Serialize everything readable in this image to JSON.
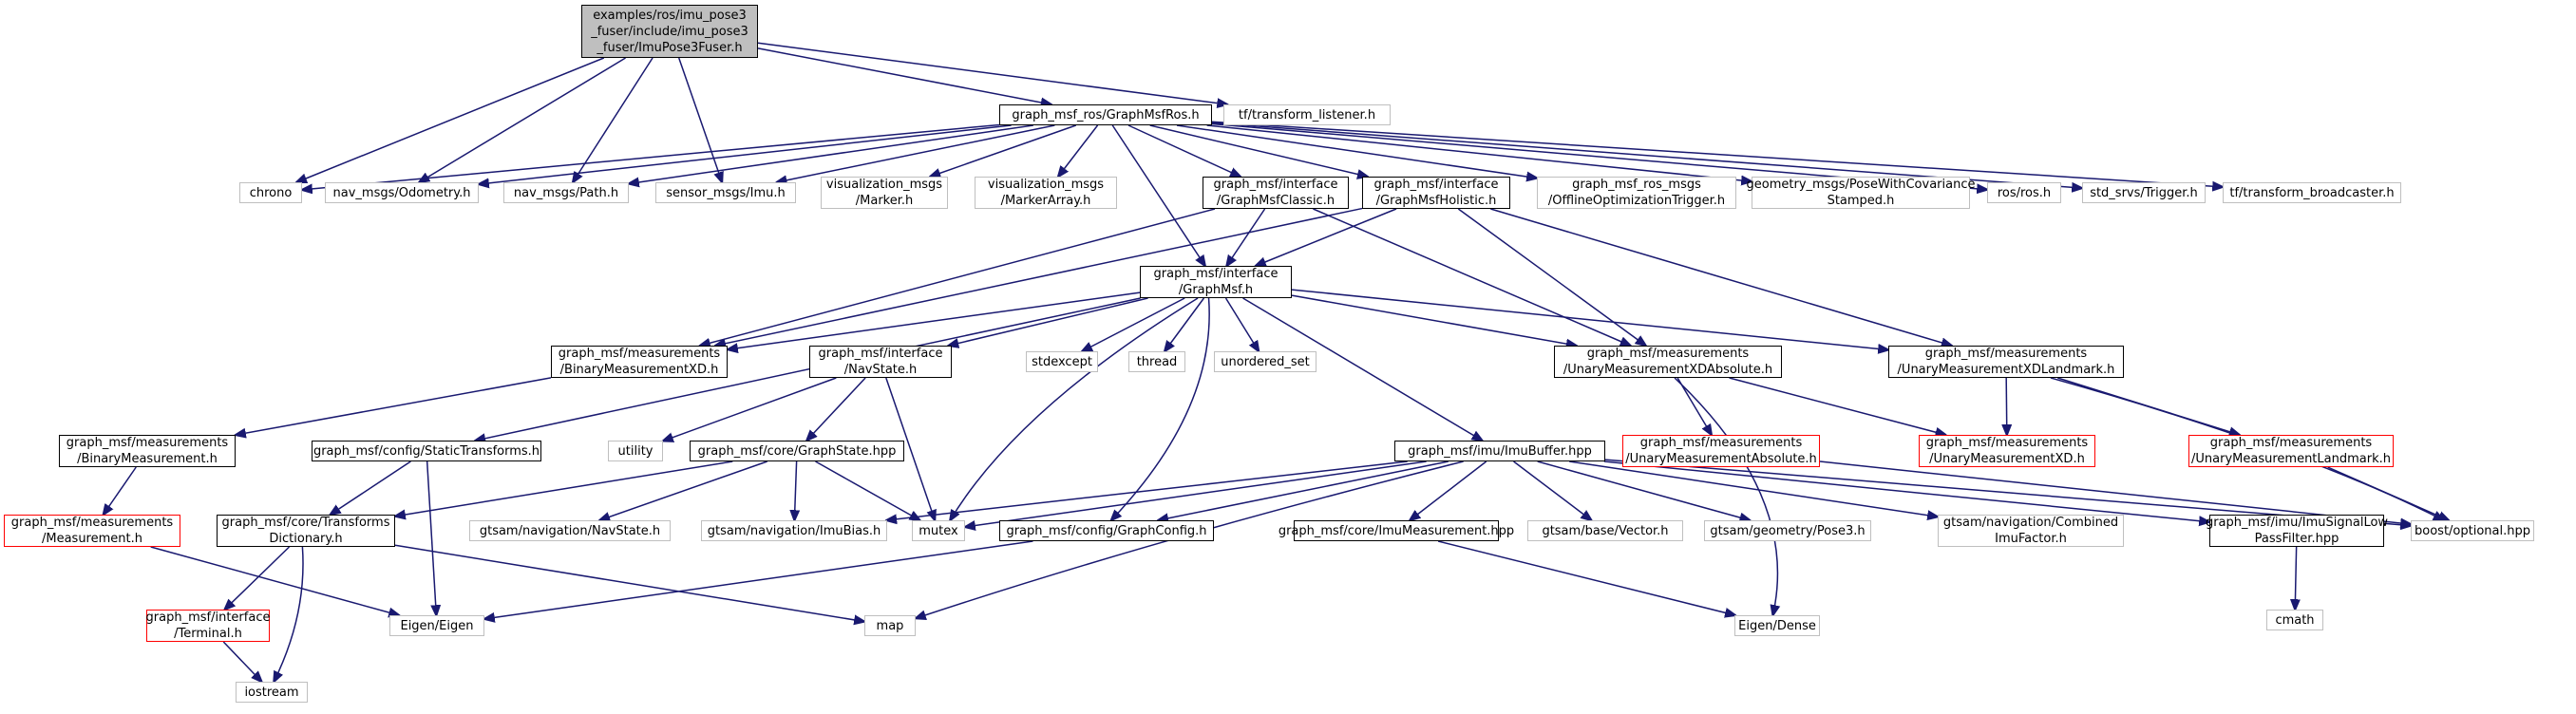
{
  "colors": {
    "edge": "#191970",
    "documented_border": "#000000",
    "external_border": "#bfbfbf",
    "truncated_border": "#ff0000",
    "root_fill": "#bfbfbf"
  },
  "nodes": {
    "root": "examples/ros/imu_pose3\n_fuser/include/imu_pose3\n_fuser/ImuPose3Fuser.h",
    "graphmsfros": "graph_msf_ros/GraphMsfRos.h",
    "tflistener": "tf/transform_listener.h",
    "chrono": "chrono",
    "odom": "nav_msgs/Odometry.h",
    "path": "nav_msgs/Path.h",
    "imuh": "sensor_msgs/Imu.h",
    "marker": "visualization_msgs\n/Marker.h",
    "markerarray": "visualization_msgs\n/MarkerArray.h",
    "classic": "graph_msf/interface\n/GraphMsfClassic.h",
    "holistic": "graph_msf/interface\n/GraphMsfHolistic.h",
    "offline": "graph_msf_ros_msgs\n/OfflineOptimizationTrigger.h",
    "posecov": "geometry_msgs/PoseWithCovariance\nStamped.h",
    "rosh": "ros/ros.h",
    "trigger": "std_srvs/Trigger.h",
    "tfbroadcaster": "tf/transform_broadcaster.h",
    "graphmsf": "graph_msf/interface\n/GraphMsf.h",
    "binaryxd": "graph_msf/measurements\n/BinaryMeasurementXD.h",
    "navstate": "graph_msf/interface\n/NavState.h",
    "stdexcept": "stdexcept",
    "thread": "thread",
    "unordered": "unordered_set",
    "unaryabs": "graph_msf/measurements\n/UnaryMeasurementXDAbsolute.h",
    "unarylandmark": "graph_msf/measurements\n/UnaryMeasurementXDLandmark.h",
    "binary": "graph_msf/measurements\n/BinaryMeasurement.h",
    "statictf": "graph_msf/config/StaticTransforms.h",
    "utility": "utility",
    "graphstate": "graph_msf/core/GraphState.hpp",
    "imubuffer": "graph_msf/imu/ImuBuffer.hpp",
    "measabs": "graph_msf/measurements\n/UnaryMeasurementAbsolute.h",
    "measxd": "graph_msf/measurements\n/UnaryMeasurementXD.h",
    "measlandmark": "graph_msf/measurements\n/UnaryMeasurementLandmark.h",
    "measurement": "graph_msf/measurements\n/Measurement.h",
    "transforms": "graph_msf/core/Transforms\nDictionary.h",
    "gtnavstate": "gtsam/navigation/NavState.h",
    "imubias": "gtsam/navigation/ImuBias.h",
    "mutex": "mutex",
    "graphconfig": "graph_msf/config/GraphConfig.h",
    "imumeas": "graph_msf/core/ImuMeasurement.hpp",
    "vector": "gtsam/base/Vector.h",
    "pose3": "gtsam/geometry/Pose3.h",
    "combined": "gtsam/navigation/Combined\nImuFactor.h",
    "lowpass": "graph_msf/imu/ImuSignalLow\nPassFilter.hpp",
    "optional": "boost/optional.hpp",
    "terminal": "graph_msf/interface\n/Terminal.h",
    "eigen": "Eigen/Eigen",
    "map": "map",
    "eigendense": "Eigen/Dense",
    "cmath": "cmath",
    "iostream": "iostream"
  }
}
